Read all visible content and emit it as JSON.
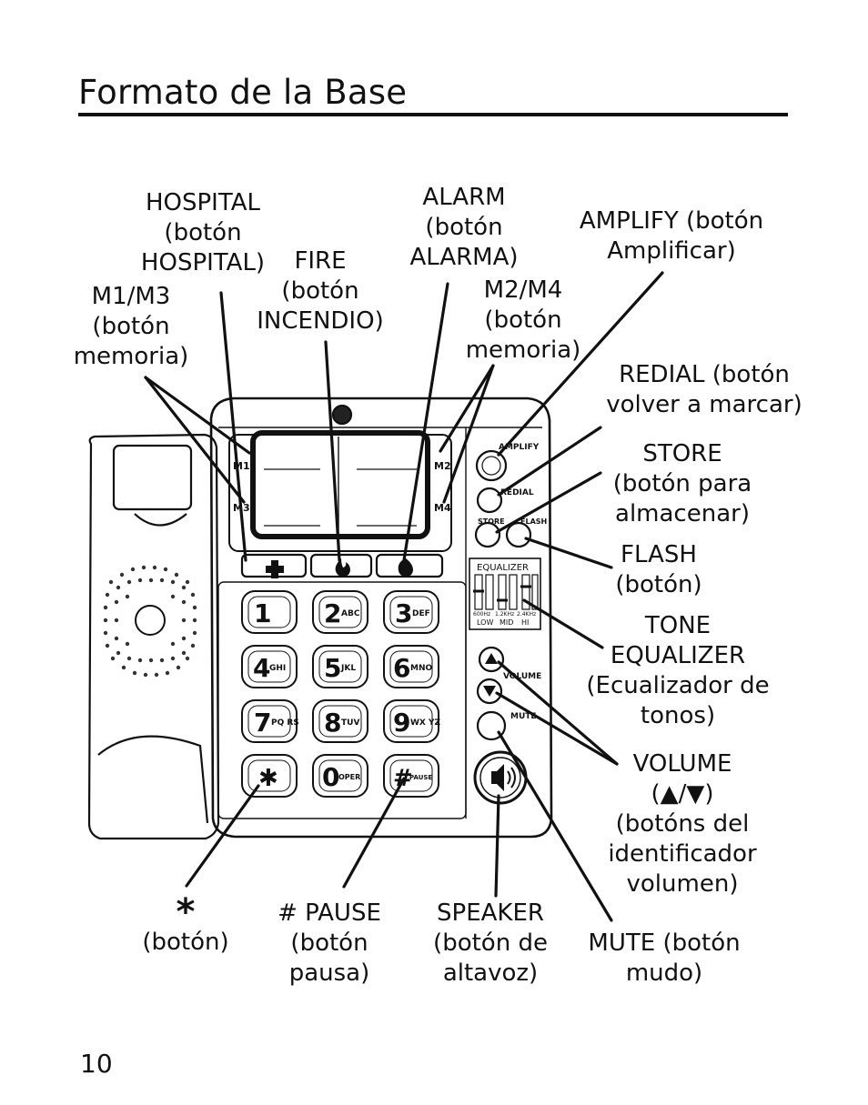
{
  "page": {
    "title": "Formato de la Base",
    "page_number": "10"
  },
  "callouts": {
    "hospital": [
      "HOSPITAL",
      "(botón",
      "HOSPITAL)"
    ],
    "fire": [
      "FIRE",
      "(botón",
      "INCENDIO)"
    ],
    "alarm": [
      "ALARM",
      "(botón",
      "ALARMA)"
    ],
    "amplify": [
      "AMPLIFY (botón",
      "Amplificar)"
    ],
    "m1m3": [
      "M1/M3",
      "(botón",
      "memoria)"
    ],
    "m2m4": [
      "M2/M4",
      "(botón",
      "memoria)"
    ],
    "redial": [
      "REDIAL (botón",
      "volver a marcar)"
    ],
    "store": [
      "STORE",
      "(botón para",
      "almacenar)"
    ],
    "flash": [
      "FLASH",
      "(botón)"
    ],
    "tone": [
      "TONE",
      "EQUALIZER",
      "(Ecualizador de",
      "tonos)"
    ],
    "volume": [
      "VOLUME",
      "(▲/▼)",
      "(botóns del",
      "identificador",
      "volumen)"
    ],
    "star": [
      "*",
      "(botón)"
    ],
    "pause": [
      "# PAUSE",
      "(botón",
      "pausa)"
    ],
    "speaker": [
      "SPEAKER",
      "(botón de",
      "altavoz)"
    ],
    "mute": [
      "MUTE (botón",
      "mudo)"
    ]
  },
  "phone": {
    "memory_keys": [
      "M1",
      "M3",
      "M2",
      "M4"
    ],
    "right_keys": [
      "AMPLIFY",
      "REDIAL",
      "STORE",
      "FLASH",
      "VOLUME",
      "MUTE"
    ],
    "equalizer": {
      "title": "EQUALIZER",
      "freqs": [
        "600Hz",
        "1.2KHz",
        "2.4KHz"
      ],
      "bands": [
        "LOW",
        "MID",
        "HI"
      ]
    },
    "keypad": [
      {
        "d": "1",
        "s": ""
      },
      {
        "d": "2",
        "s": "ABC"
      },
      {
        "d": "3",
        "s": "DEF"
      },
      {
        "d": "4",
        "s": "GHI"
      },
      {
        "d": "5",
        "s": "JKL"
      },
      {
        "d": "6",
        "s": "MNO"
      },
      {
        "d": "7",
        "s": "PQ RS"
      },
      {
        "d": "8",
        "s": "TUV"
      },
      {
        "d": "9",
        "s": "WX YZ"
      },
      {
        "d": "✱",
        "s": ""
      },
      {
        "d": "0",
        "s": "OPER"
      },
      {
        "d": "#",
        "s": "PAUSE"
      }
    ]
  }
}
